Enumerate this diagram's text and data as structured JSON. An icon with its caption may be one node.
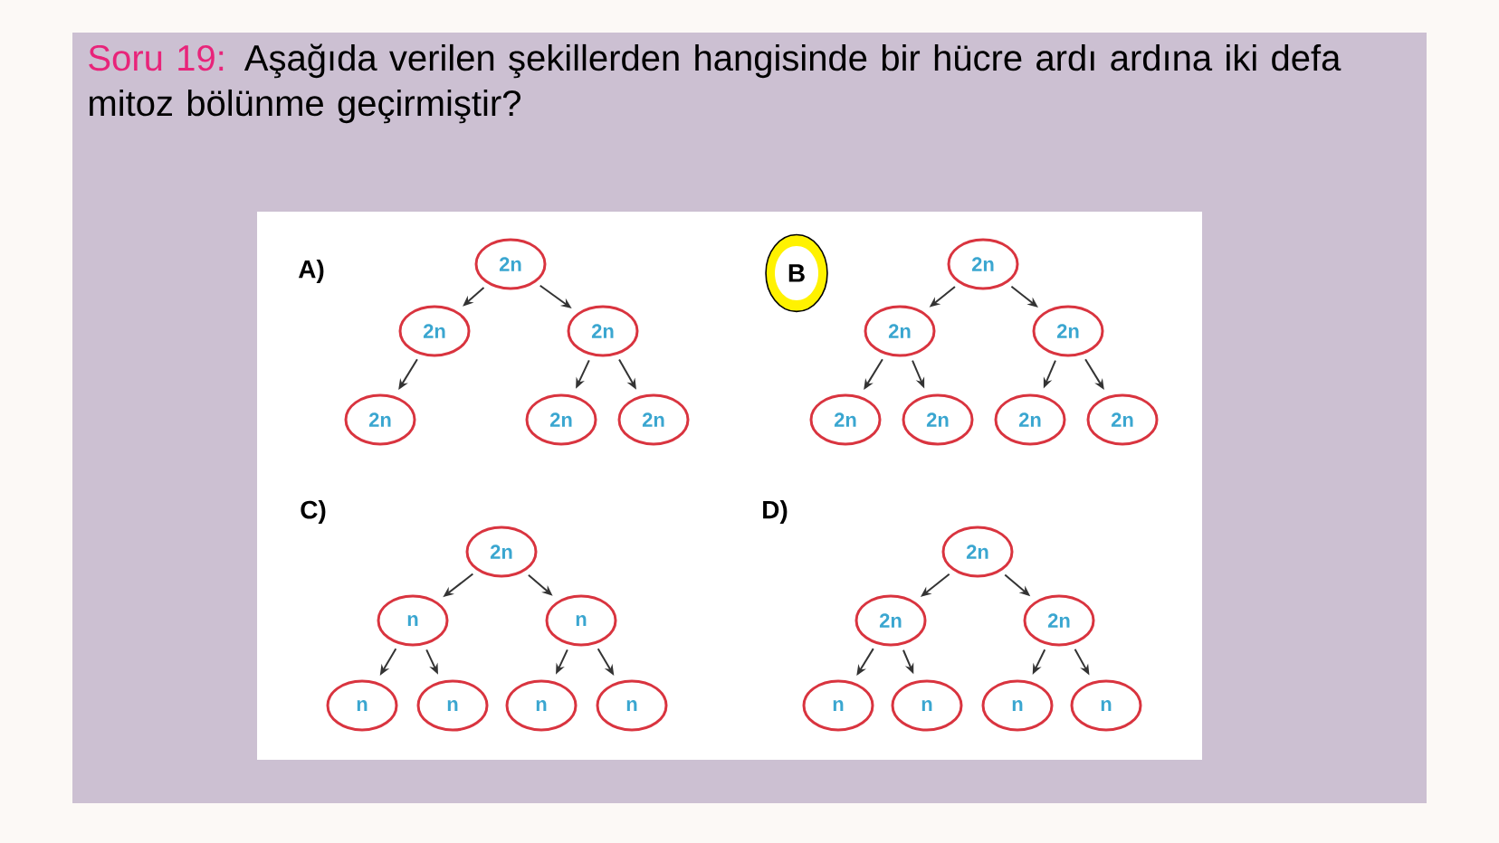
{
  "diagram": {
    "title": "Soru 19:",
    "nodes": [
      {
        "text": [
          "2n"
        ]
      },
      {
        "text": [
          "2n"
        ]
      },
      {
        "text": [
          "2n"
        ]
      },
      {
        "text": [
          "2n"
        ]
      },
      {
        "text": [
          "2n"
        ]
      },
      {
        "text": [
          "2n"
        ]
      },
      {
        "text": [
          "B"
        ]
      },
      {
        "text": [
          "2n"
        ]
      },
      {
        "text": [
          "2n"
        ]
      },
      {
        "text": [
          "2n"
        ]
      },
      {
        "text": [
          "2n"
        ]
      },
      {
        "text": [
          "2n"
        ]
      },
      {
        "text": [
          "2n"
        ]
      },
      {
        "text": [
          "2n"
        ]
      },
      {
        "text": [
          "2n"
        ]
      },
      {
        "text": [
          "n"
        ]
      },
      {
        "text": [
          "n"
        ]
      },
      {
        "text": [
          "n"
        ]
      },
      {
        "text": [
          "n"
        ]
      },
      {
        "text": [
          "n"
        ]
      },
      {
        "text": [
          "n"
        ]
      },
      {
        "text": [
          "2n"
        ]
      },
      {
        "text": [
          "2n"
        ]
      },
      {
        "text": [
          "2n"
        ]
      },
      {
        "text": [
          "n"
        ]
      },
      {
        "text": [
          "n"
        ]
      },
      {
        "text": [
          "n"
        ]
      },
      {
        "text": [
          "n"
        ]
      }
    ],
    "edges": [
      {
        "from": 0,
        "to": 1,
        "arrow": "to"
      },
      {
        "from": 0,
        "to": 2,
        "arrow": "to"
      },
      {
        "from": 1,
        "to": 3,
        "arrow": "to"
      },
      {
        "from": 2,
        "to": 4,
        "arrow": "to"
      },
      {
        "from": 2,
        "to": 5,
        "arrow": "to"
      },
      {
        "from": 7,
        "to": 8,
        "arrow": "to"
      },
      {
        "from": 7,
        "to": 9,
        "arrow": "to"
      },
      {
        "from": 8,
        "to": 10,
        "arrow": "to"
      },
      {
        "from": 8,
        "to": 11,
        "arrow": "to"
      },
      {
        "from": 9,
        "to": 12,
        "arrow": "to"
      },
      {
        "from": 9,
        "to": 13,
        "arrow": "to"
      },
      {
        "from": 14,
        "to": 15,
        "arrow": "to"
      },
      {
        "from": 14,
        "to": 16,
        "arrow": "to"
      },
      {
        "from": 15,
        "to": 17,
        "arrow": "to"
      },
      {
        "from": 15,
        "to": 18,
        "arrow": "to"
      },
      {
        "from": 16,
        "to": 19,
        "arrow": "to"
      },
      {
        "from": 16,
        "to": 20,
        "arrow": "to"
      },
      {
        "from": 21,
        "to": 22,
        "arrow": "to"
      },
      {
        "from": 21,
        "to": 23,
        "arrow": "to"
      },
      {
        "from": 22,
        "to": 24,
        "arrow": "to"
      },
      {
        "from": 22,
        "to": 25,
        "arrow": "to"
      },
      {
        "from": 23,
        "to": 26,
        "arrow": "to"
      },
      {
        "from": 23,
        "to": 27,
        "arrow": "to"
      }
    ],
    "labels": [
      "Aşağıda verilen şekillerden hangisinde bir hücre ardı ardına iki defa mitoz bölünme geçirmiştir?",
      "A)",
      "C)",
      "D)"
    ]
  }
}
